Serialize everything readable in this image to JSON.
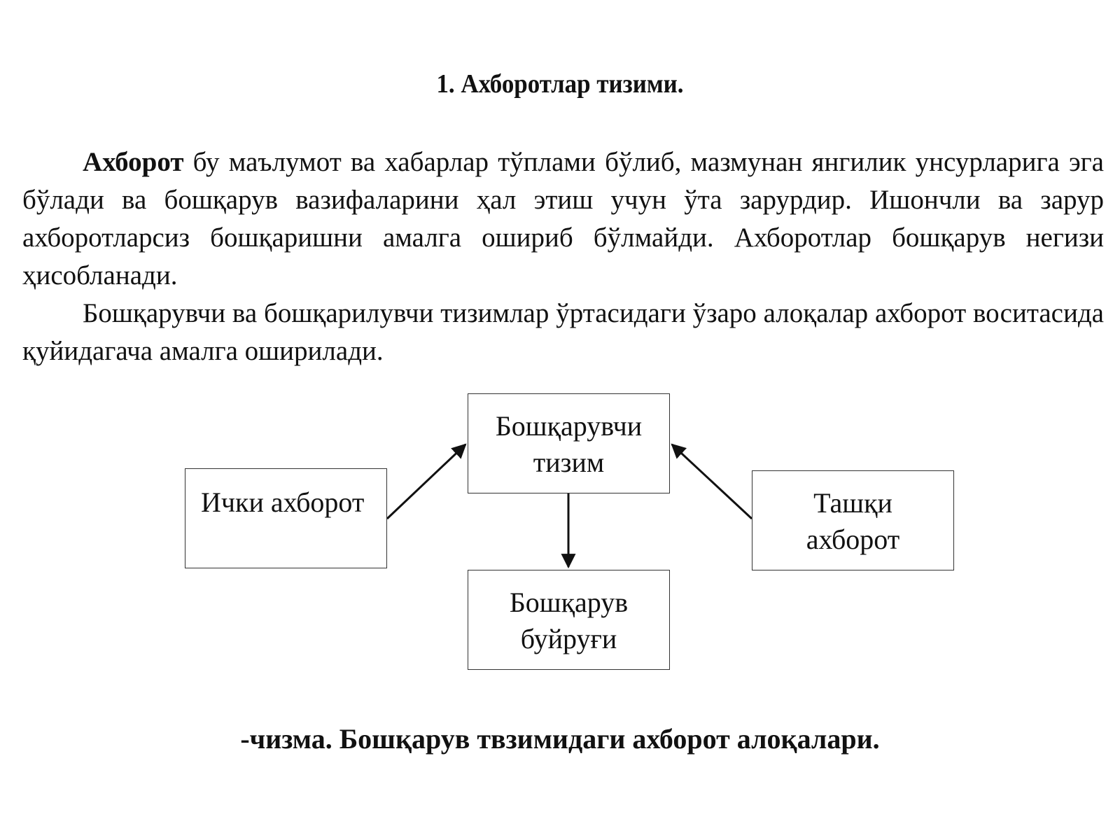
{
  "heading": "1. Ахборотлар тизими.",
  "paragraphs": {
    "p1_term": "Ахборот",
    "p1_rest": " бу маълумот ва хабарлар тўплами бўлиб, мазмунан янгилик унсурларига эга бўлади ва бошқарув вазифаларини ҳал этиш учун ўта зарурдир. Ишончли ва зарур ахборотларсиз бошқаришни амалга ошириб бўлмайди. Ахборотлар бошқарув негизи ҳисобланади.",
    "p2": "Бошқарувчи ва бошқарилувчи тизимлар ўртасидаги ўзаро алоқалар ахборот воситасида қуйидагача амалга оширилади."
  },
  "diagram": {
    "control_system": {
      "line1": "Бошқарувчи",
      "line2": "тизим"
    },
    "internal_info": {
      "line1": "Ички ахборот"
    },
    "external_info": {
      "line1": "Ташқи",
      "line2": "ахборот"
    },
    "control_command": {
      "line1": "Бошқарув",
      "line2": "буйруғи"
    }
  },
  "caption": "-чизма. Бошқарув твзимидаги ахборот алоқалари."
}
